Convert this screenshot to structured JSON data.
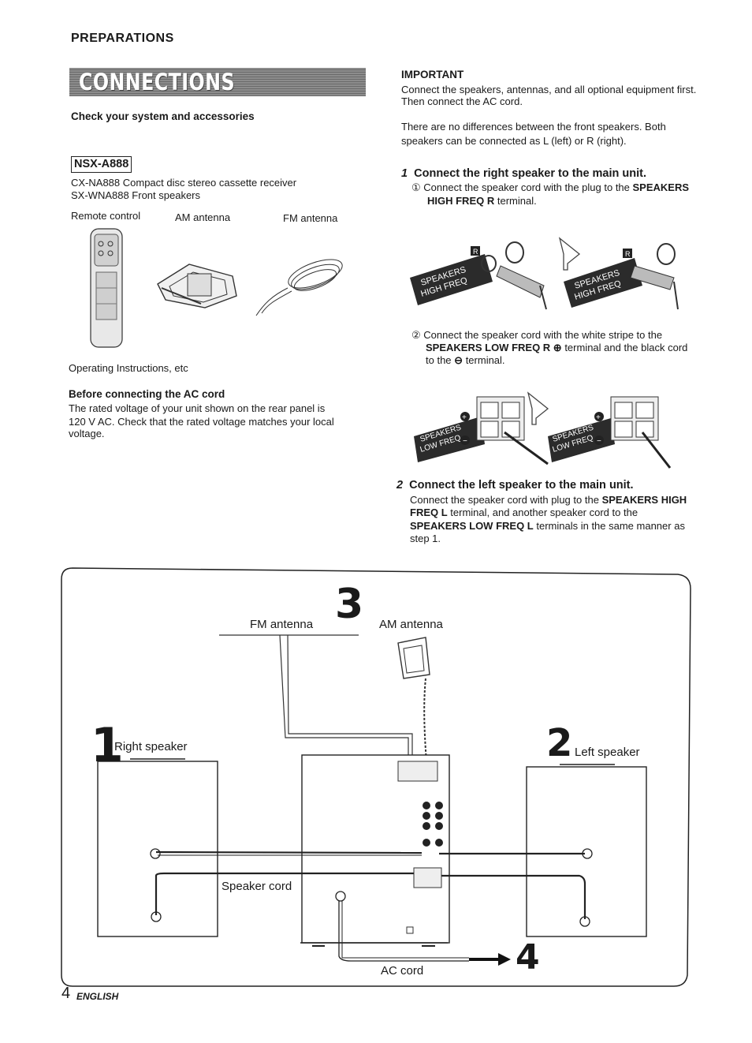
{
  "header": {
    "section": "PREPARATIONS",
    "title": "CONNECTIONS"
  },
  "left": {
    "check_heading": "Check your system and accessories",
    "model": "NSX-A888",
    "items": [
      "CX-NA888 Compact disc stereo cassette receiver",
      "SX-WNA888 Front speakers"
    ],
    "accessory_labels": {
      "remote": "Remote control",
      "am": "AM antenna",
      "fm": "FM antenna"
    },
    "operating": "Operating Instructions, etc",
    "before_heading": "Before connecting the AC cord",
    "before_lines": [
      "The rated voltage of your unit shown on the rear panel is",
      "120 V AC. Check that the rated voltage matches your local",
      "voltage."
    ]
  },
  "right": {
    "important_heading": "IMPORTANT",
    "important_lines": [
      "Connect the speakers, antennas, and all optional equipment first.",
      "Then connect the AC cord."
    ],
    "front_lines": [
      "There are no differences between the front speakers. Both",
      "speakers can be connected as L (left) or R (right)."
    ],
    "step1": {
      "num": "1",
      "title": "Connect the right speaker to the main unit.",
      "sub1_marker": "①",
      "sub1_a": "Connect the speaker cord with the plug to the",
      "sub1_b": "SPEAKERS",
      "sub1_c": "HIGH FREQ R",
      "sub1_d": "terminal.",
      "sub2_marker": "②",
      "sub2_a": "Connect the speaker cord with the white stripe to the",
      "sub2_b": "SPEAKERS LOW FREQ R ⊕",
      "sub2_c": "terminal and the black cord",
      "sub2_d": "to the",
      "sub2_e": "⊖",
      "sub2_f": "terminal."
    },
    "step2": {
      "num": "2",
      "title": "Connect the left speaker to the main unit.",
      "l1a": "Connect the speaker cord with plug to the",
      "l1b": "SPEAKERS HIGH",
      "l2a": "FREQ L",
      "l2b": "terminal, and another speaker cord to the",
      "l3a": "SPEAKERS LOW FREQ L",
      "l3b": "terminals in the same manner as",
      "l4": "step 1."
    },
    "figure_labels": {
      "high": [
        "SPEAKERS",
        "HIGH FREQ"
      ],
      "low": [
        "SPEAKERS",
        "LOW FREQ"
      ],
      "r": "R"
    }
  },
  "diagram": {
    "num3": "3",
    "fm": "FM antenna",
    "am": "AM antenna",
    "num1": "1",
    "right_speaker": "Right speaker",
    "num2": "2",
    "left_speaker": "Left speaker",
    "speaker_cord": "Speaker cord",
    "ac_cord": "AC cord",
    "num4": "4"
  },
  "footer": {
    "page": "4",
    "lang": "ENGLISH"
  }
}
